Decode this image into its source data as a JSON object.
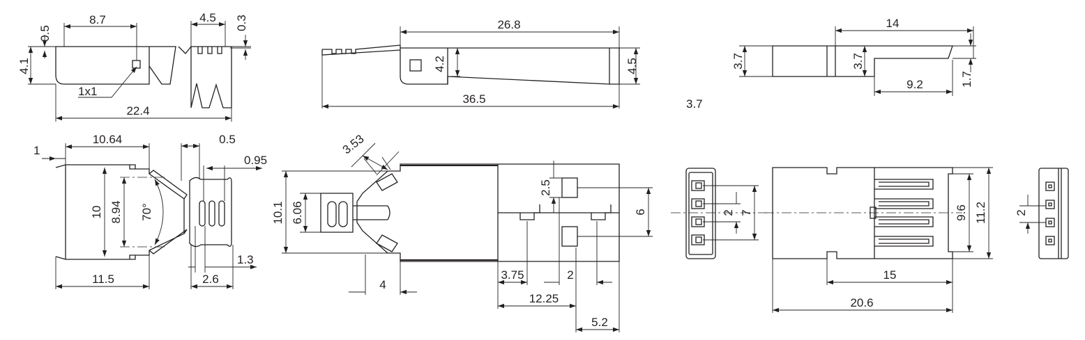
{
  "dimensions": {
    "side_left": {
      "d0_5": "0.5",
      "d8_7": "8.7",
      "d4_5": "4.5",
      "d0_3": "0.3",
      "d4_1": "4.1",
      "d1x1": "1x1",
      "d22_4": "22.4"
    },
    "side_mid": {
      "d26_8": "26.8",
      "d4_2": "4.2",
      "d4_5": "4.5",
      "d36_5": "36.5"
    },
    "side_right": {
      "d14": "14",
      "d3_7a": "3.7",
      "d3_7b": "3.7",
      "d9_2": "9.2",
      "d1_7": "1.7",
      "d3_7_loose": "3.7"
    },
    "bottom_left": {
      "d1": "1",
      "d10_64": "10.64",
      "d0_5": "0.5",
      "d0_95": "0.95",
      "d10": "10",
      "d8_94": "8.94",
      "d70": "70°",
      "d1_3": "1.3",
      "d11_5": "11.5",
      "d2_6": "2.6"
    },
    "bottom_mid": {
      "d3_53": "3.53",
      "d10_1": "10.1",
      "d6_06": "6.06",
      "d2_5": "2.5",
      "d6": "6",
      "d4": "4",
      "d3_75": "3.75",
      "d2": "2",
      "d12_25": "12.25",
      "d5_2": "5.2"
    },
    "end_view": {
      "d2": "2",
      "d7": "7"
    },
    "bottom_right": {
      "d9_6": "9.6",
      "d11_2": "11.2",
      "d15": "15",
      "d20_6": "20.6"
    },
    "end_view_right": {
      "d2": "2"
    }
  }
}
